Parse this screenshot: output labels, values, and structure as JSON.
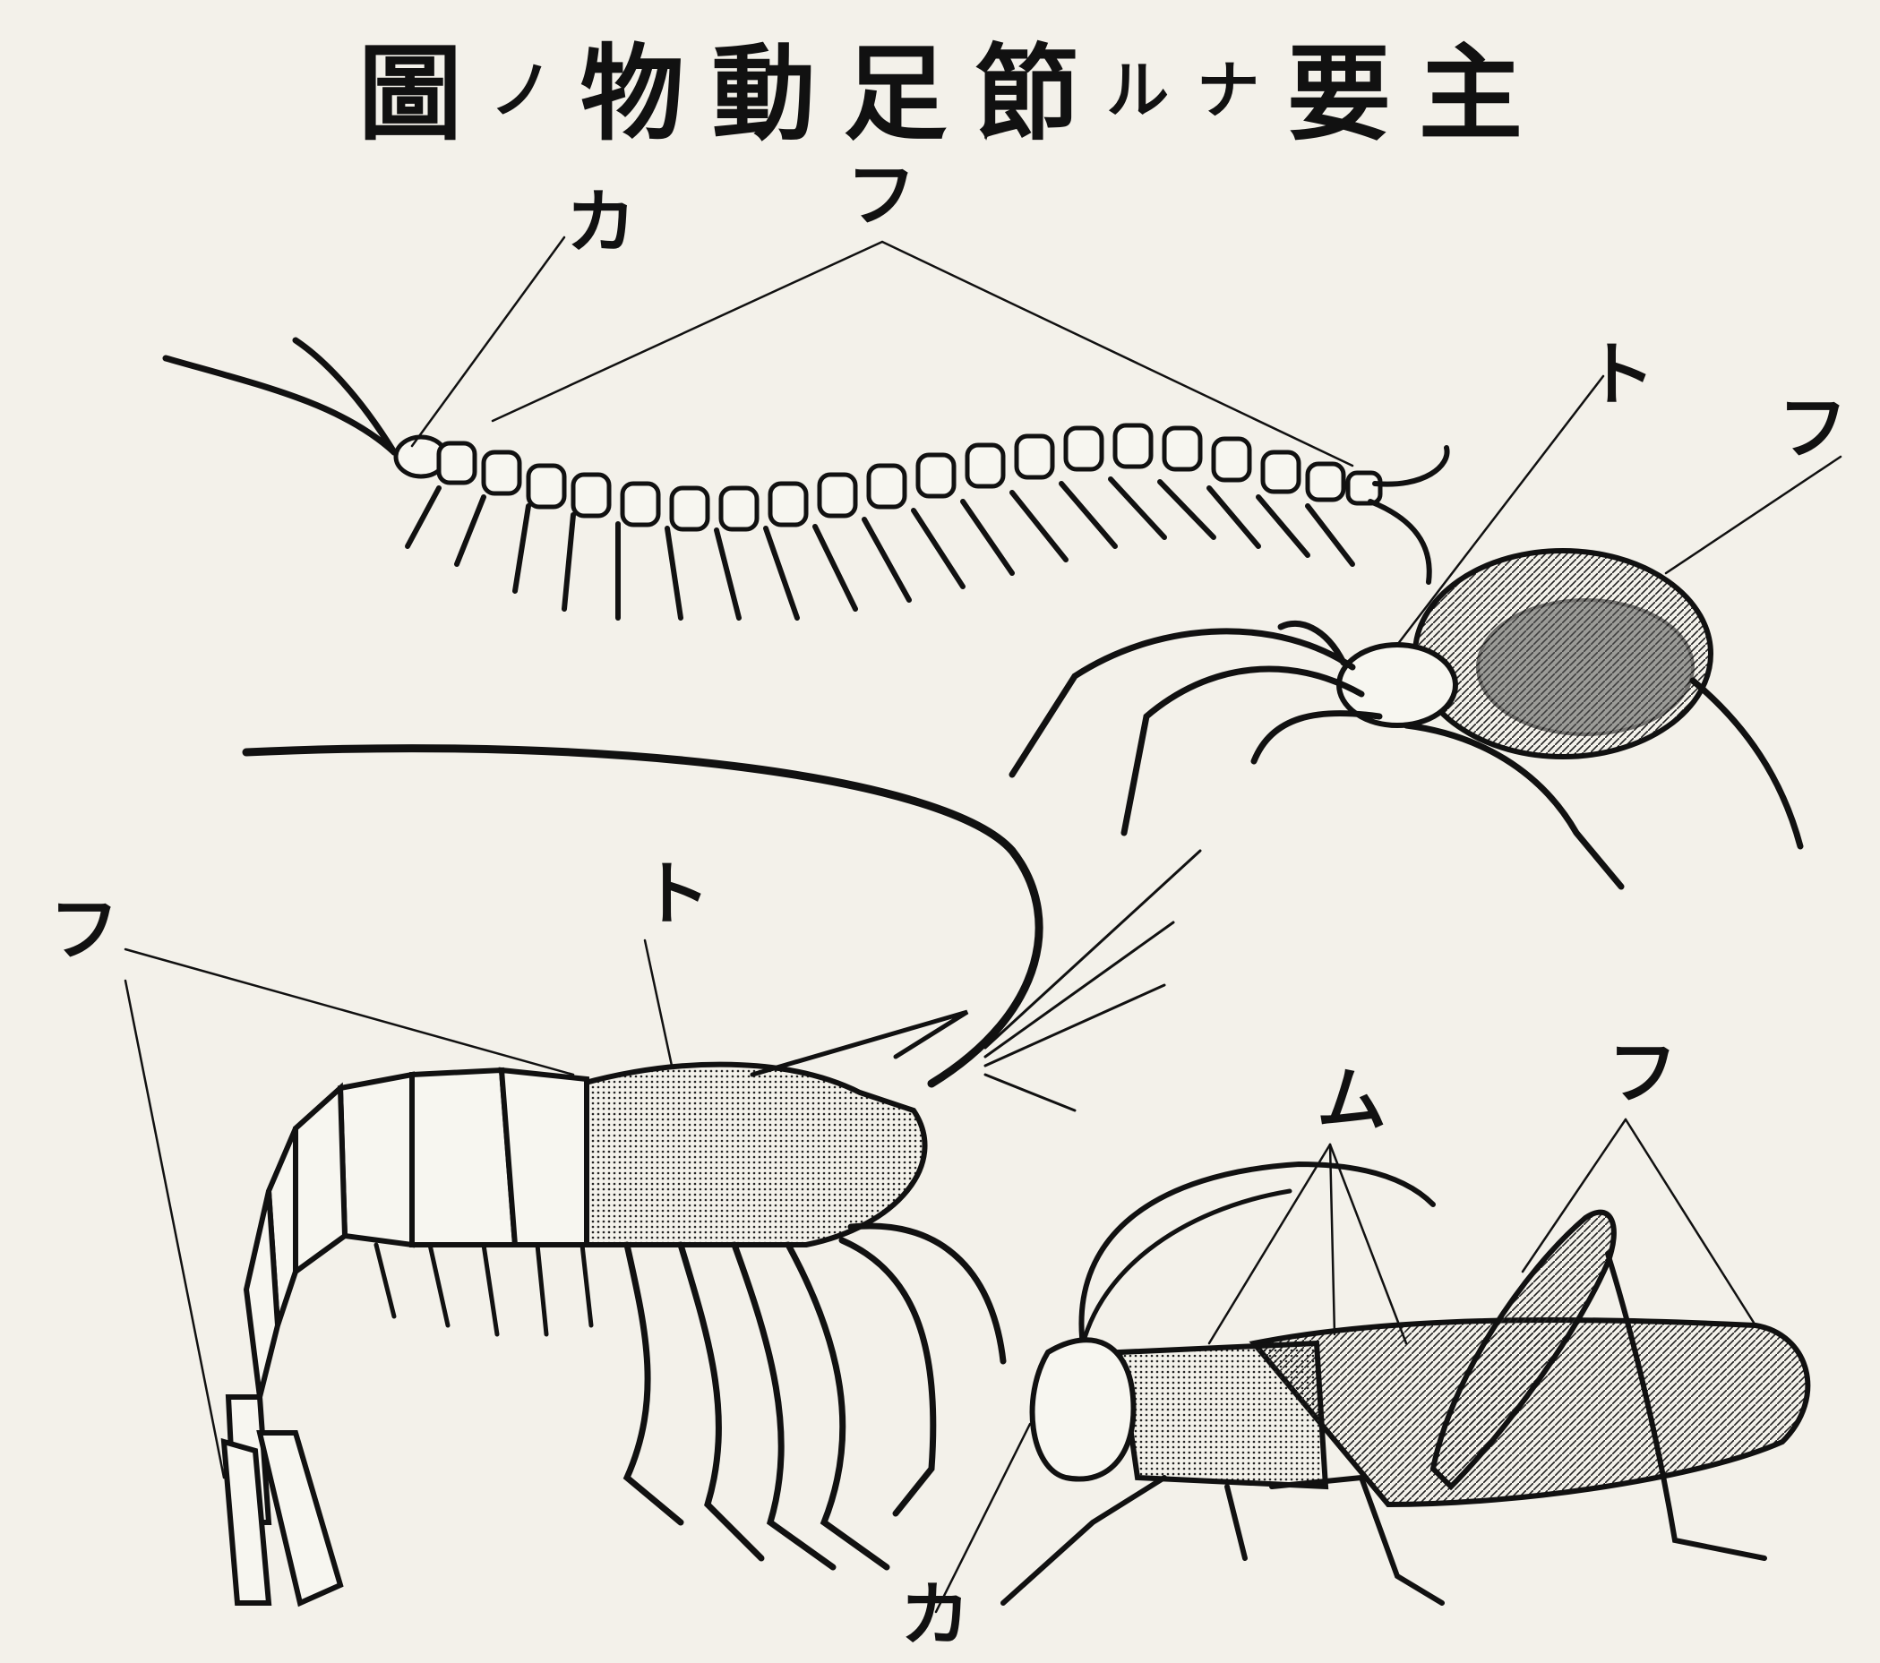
{
  "title": {
    "chars": [
      "主",
      "要",
      "ナ",
      "ル",
      "節",
      "足",
      "動",
      "物",
      "ノ",
      "圖"
    ]
  },
  "labels": {
    "centipede_ka": "カ",
    "centipede_fu": "フ",
    "spider_to": "ト",
    "spider_fu": "フ",
    "shrimp_to": "ト",
    "shrimp_fu": "フ",
    "locust_mu": "ム",
    "locust_fu": "フ",
    "locust_ka": "カ"
  },
  "colors": {
    "ink": "#111111",
    "paper": "#f3f1ea"
  }
}
